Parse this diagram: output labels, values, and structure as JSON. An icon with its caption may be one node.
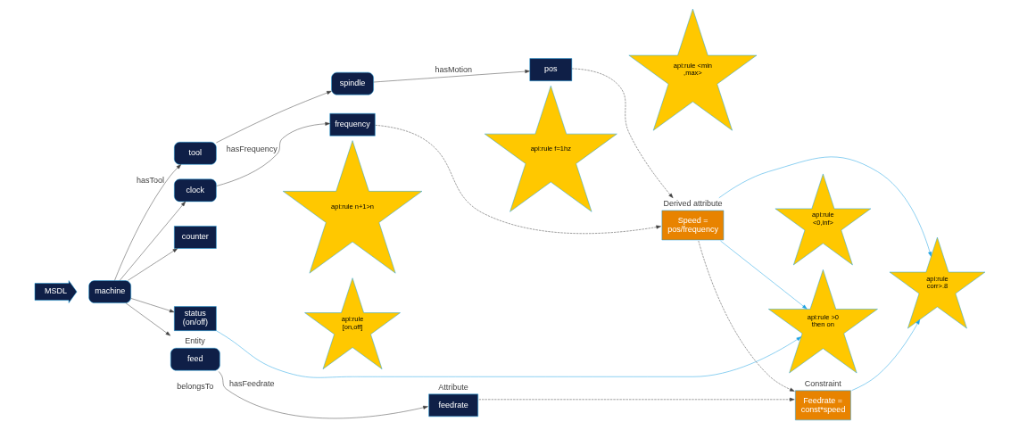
{
  "diagram": {
    "nodes": [
      {
        "text": [
          "MSDL"
        ]
      },
      {
        "text": [
          "feed"
        ],
        "beside": [
          "Entity"
        ]
      },
      {
        "text": [
          "feedrate"
        ],
        "beside": [
          "Attribute"
        ]
      },
      {
        "text": [
          "Feedrate = const*speed"
        ],
        "beside": [
          "Constraint"
        ]
      },
      {
        "text": [
          "api:rule <min ,max>"
        ]
      },
      {
        "text": [
          "machine"
        ]
      },
      {
        "text": [
          "tool"
        ]
      },
      {
        "text": [
          "spindle"
        ]
      },
      {
        "text": [
          "pos"
        ]
      },
      {
        "text": [
          "api:rule corr>.8"
        ]
      },
      {
        "text": [
          "counter"
        ]
      },
      {
        "text": [
          "status (on/off)"
        ]
      },
      {
        "text": [
          "clock"
        ]
      },
      {
        "text": [
          "frequency"
        ]
      },
      {
        "text": [
          "Speed = pos/frequency"
        ],
        "beside": [
          "Derived attribute"
        ]
      },
      {
        "text": [
          "api:rule n+1>n"
        ]
      },
      {
        "text": [
          "api:rule [on,off]"
        ]
      },
      {
        "text": [
          "api:rule f=1hz"
        ]
      },
      {
        "text": [
          "api:rule <0,inf>"
        ]
      },
      {
        "text": [
          "api:rule >0 then on"
        ]
      }
    ],
    "edges": [
      {
        "from": 5,
        "to": 1,
        "arrow": "to"
      },
      {
        "from": 5,
        "to": 6,
        "arrow": "to",
        "label": "hasTool"
      },
      {
        "from": 5,
        "to": 12,
        "arrow": "to"
      },
      {
        "from": 5,
        "to": 10,
        "arrow": "to"
      },
      {
        "from": 5,
        "to": 11,
        "arrow": "to"
      },
      {
        "from": 1,
        "to": 2,
        "arrow": "to",
        "label": "hasFeedrate"
      },
      {
        "from": 6,
        "to": 7,
        "arrow": "to"
      },
      {
        "from": 7,
        "to": 8,
        "arrow": "to",
        "label": "hasMotion"
      },
      {
        "from": 12,
        "to": 13,
        "arrow": "to",
        "label": "hasFrequency"
      },
      {
        "from": 2,
        "to": 3,
        "arrow": "to",
        "style": "dashed"
      },
      {
        "from": 8,
        "to": 14,
        "arrow": "to",
        "style": "dashed"
      },
      {
        "from": 13,
        "to": 14,
        "arrow": "to",
        "style": "dashed"
      },
      {
        "from": 14,
        "to": 3,
        "arrow": "to",
        "style": "dashed"
      },
      {
        "from": 3,
        "to": 9,
        "arrow": "to",
        "color": "#1ba1e2"
      },
      {
        "from": 14,
        "to": 9,
        "arrow": "to",
        "color": "#1ba1e2"
      },
      {
        "from": 11,
        "to": 19,
        "arrow": "to",
        "color": "#1ba1e2"
      },
      {
        "from": 14,
        "to": 19,
        "arrow": "to",
        "color": "#1ba1e2"
      }
    ],
    "labels": [
      "belongsTo"
    ]
  }
}
